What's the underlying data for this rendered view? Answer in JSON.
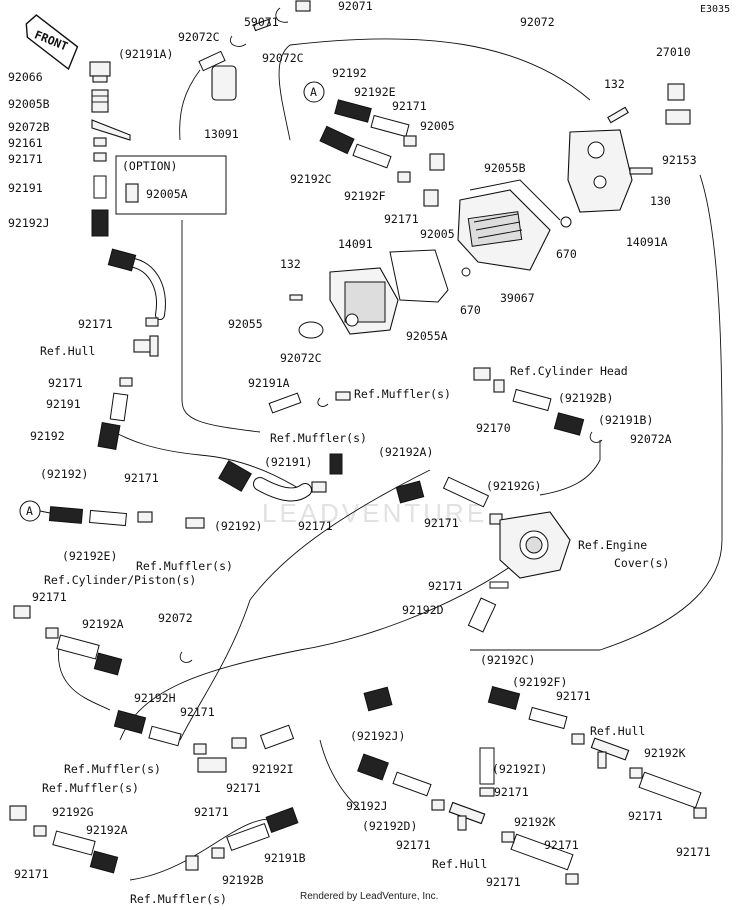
{
  "diagram_code": "E3035",
  "front_label": "FRONT",
  "option_label": "(OPTION)",
  "watermark": "LEADVENTURE",
  "footer": "Rendered by LeadVenture, Inc.",
  "circle_label": "A",
  "labels": {
    "l01": "59071",
    "l02": "92071",
    "l03": "92072C",
    "l04": "(92191A)",
    "l05": "92072C",
    "l06": "92072",
    "l07": "27010",
    "l08": "132",
    "l09": "92066",
    "l10": "92005B",
    "l11": "92072B",
    "l12": "92161",
    "l13": "92171",
    "l14": "92191",
    "l15": "92192J",
    "l16": "92005A",
    "l17": "13091",
    "l18": "92192",
    "l19": "92192E",
    "l20": "92171",
    "l21": "92005",
    "l22": "92192C",
    "l23": "92192F",
    "l24": "92055B",
    "l25": "92153",
    "l26": "130",
    "l27": "14091A",
    "l28": "92171",
    "l29": "92005",
    "l30": "670",
    "l31": "14091",
    "l32": "132",
    "l33": "670",
    "l34": "39067",
    "l35": "92055",
    "l36": "92055A",
    "l37": "92171",
    "l38": "Ref.Hull",
    "l39": "92072C",
    "l40": "92171",
    "l41": "92191A",
    "l42": "92191",
    "l43": "Ref.Muffler(s)",
    "l44": "92192",
    "l45": "Ref.Cylinder Head",
    "l46": "(92192B)",
    "l47": "92170",
    "l48": "(92191B)",
    "l49": "92072A",
    "l50": "Ref.Muffler(s)",
    "l51": "(92192A)",
    "l52": "(92192)",
    "l53": "92171",
    "l54": "(92191)",
    "l55": "(92192G)",
    "l56": "(92192)",
    "l57": "92171",
    "l58": "92171",
    "l59": "(92192E)",
    "l60": "Ref.Muffler(s)",
    "l61": "Ref.Engine",
    "l62": "Cover(s)",
    "l63": "Ref.Cylinder/Piston(s)",
    "l64": "92171",
    "l65": "92171",
    "l66": "92192D",
    "l67": "92072",
    "l68": "92192A",
    "l69": "(92192C)",
    "l70": "(92192F)",
    "l71": "92192H",
    "l72": "92171",
    "l73": "92171",
    "l74": "(92192J)",
    "l75": "Ref.Hull",
    "l76": "92192K",
    "l77": "Ref.Muffler(s)",
    "l78": "92192I",
    "l79": "(92192I)",
    "l80": "Ref.Muffler(s)",
    "l81": "92171",
    "l82": "92192G",
    "l83": "92192A",
    "l84": "92192J",
    "l85": "(92192D)",
    "l86": "92171",
    "l87": "92192K",
    "l88": "92171",
    "l89": "92171",
    "l90": "92171",
    "l91": "92191B",
    "l92": "Ref.Hull",
    "l93": "92171",
    "l94": "92192B",
    "l95": "92171",
    "l96": "Ref.Muffler(s)",
    "l97": "92171"
  }
}
